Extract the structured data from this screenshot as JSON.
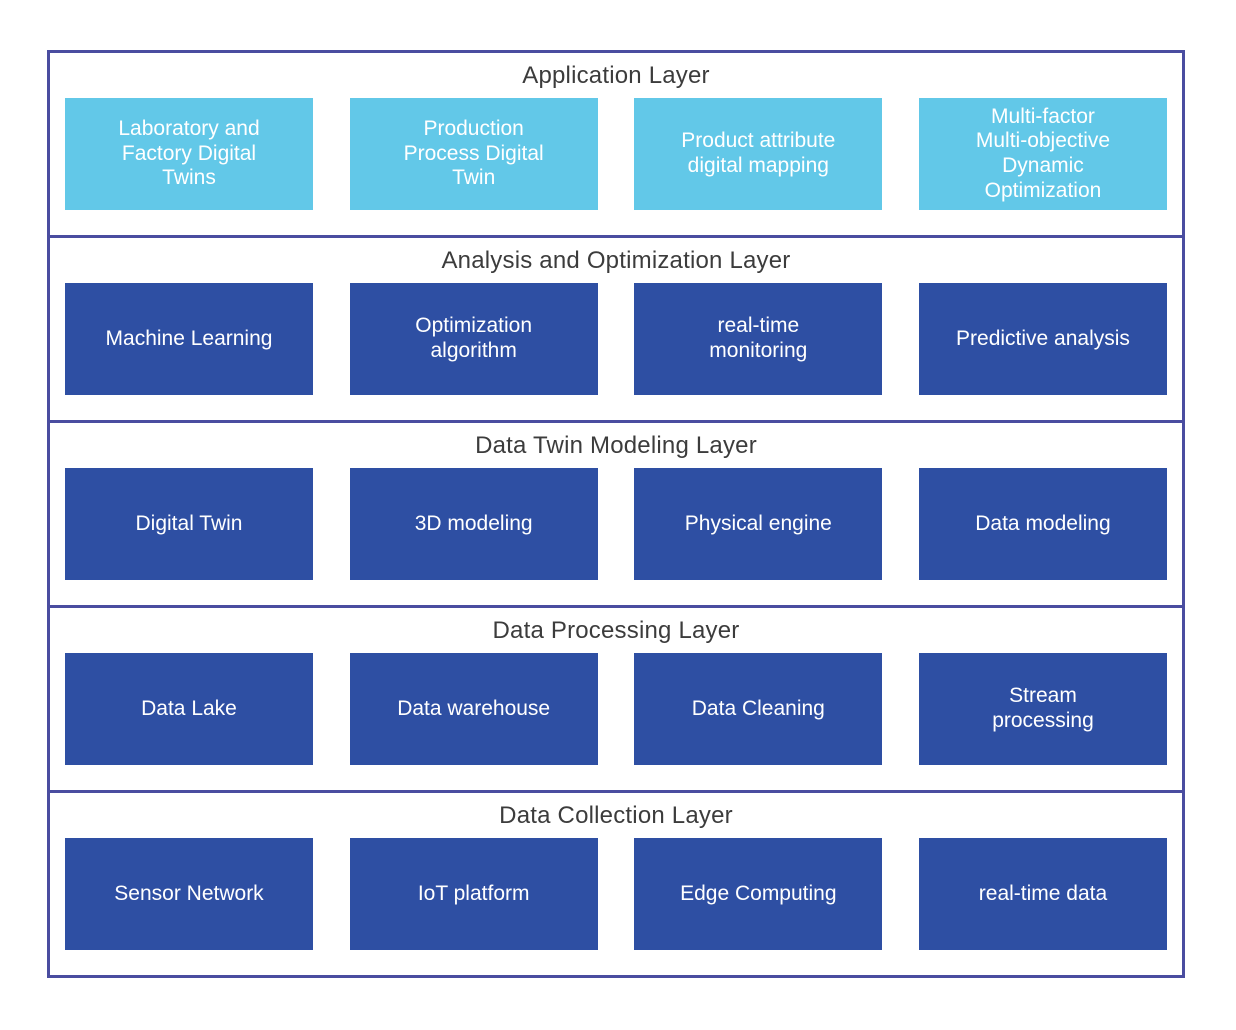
{
  "colors": {
    "layer_border": "#4a4da0",
    "application_box": "#62c8e8",
    "default_box": "#2e4fa3",
    "title_text": "#3c3c3c",
    "box_text": "#ffffff"
  },
  "layers": [
    {
      "title": "Application Layer",
      "box_style": "light",
      "boxes": [
        {
          "label": "Laboratory and\nFactory Digital\nTwins"
        },
        {
          "label": "Production\nProcess Digital\nTwin"
        },
        {
          "label": "Product attribute\ndigital mapping"
        },
        {
          "label": "Multi-factor\nMulti-objective\nDynamic\nOptimization"
        }
      ]
    },
    {
      "title": "Analysis and Optimization Layer",
      "box_style": "dark",
      "boxes": [
        {
          "label": "Machine Learning"
        },
        {
          "label": "Optimization\nalgorithm"
        },
        {
          "label": "real-time\nmonitoring"
        },
        {
          "label": "Predictive analysis"
        }
      ]
    },
    {
      "title": "Data Twin Modeling Layer",
      "box_style": "dark",
      "boxes": [
        {
          "label": "Digital Twin"
        },
        {
          "label": "3D modeling"
        },
        {
          "label": "Physical engine"
        },
        {
          "label": "Data modeling"
        }
      ]
    },
    {
      "title": "Data Processing Layer",
      "box_style": "dark",
      "boxes": [
        {
          "label": "Data Lake"
        },
        {
          "label": "Data warehouse"
        },
        {
          "label": "Data Cleaning"
        },
        {
          "label": "Stream\nprocessing"
        }
      ]
    },
    {
      "title": "Data Collection Layer",
      "box_style": "dark",
      "boxes": [
        {
          "label": "Sensor Network"
        },
        {
          "label": "IoT platform"
        },
        {
          "label": "Edge Computing"
        },
        {
          "label": "real-time data"
        }
      ]
    }
  ]
}
